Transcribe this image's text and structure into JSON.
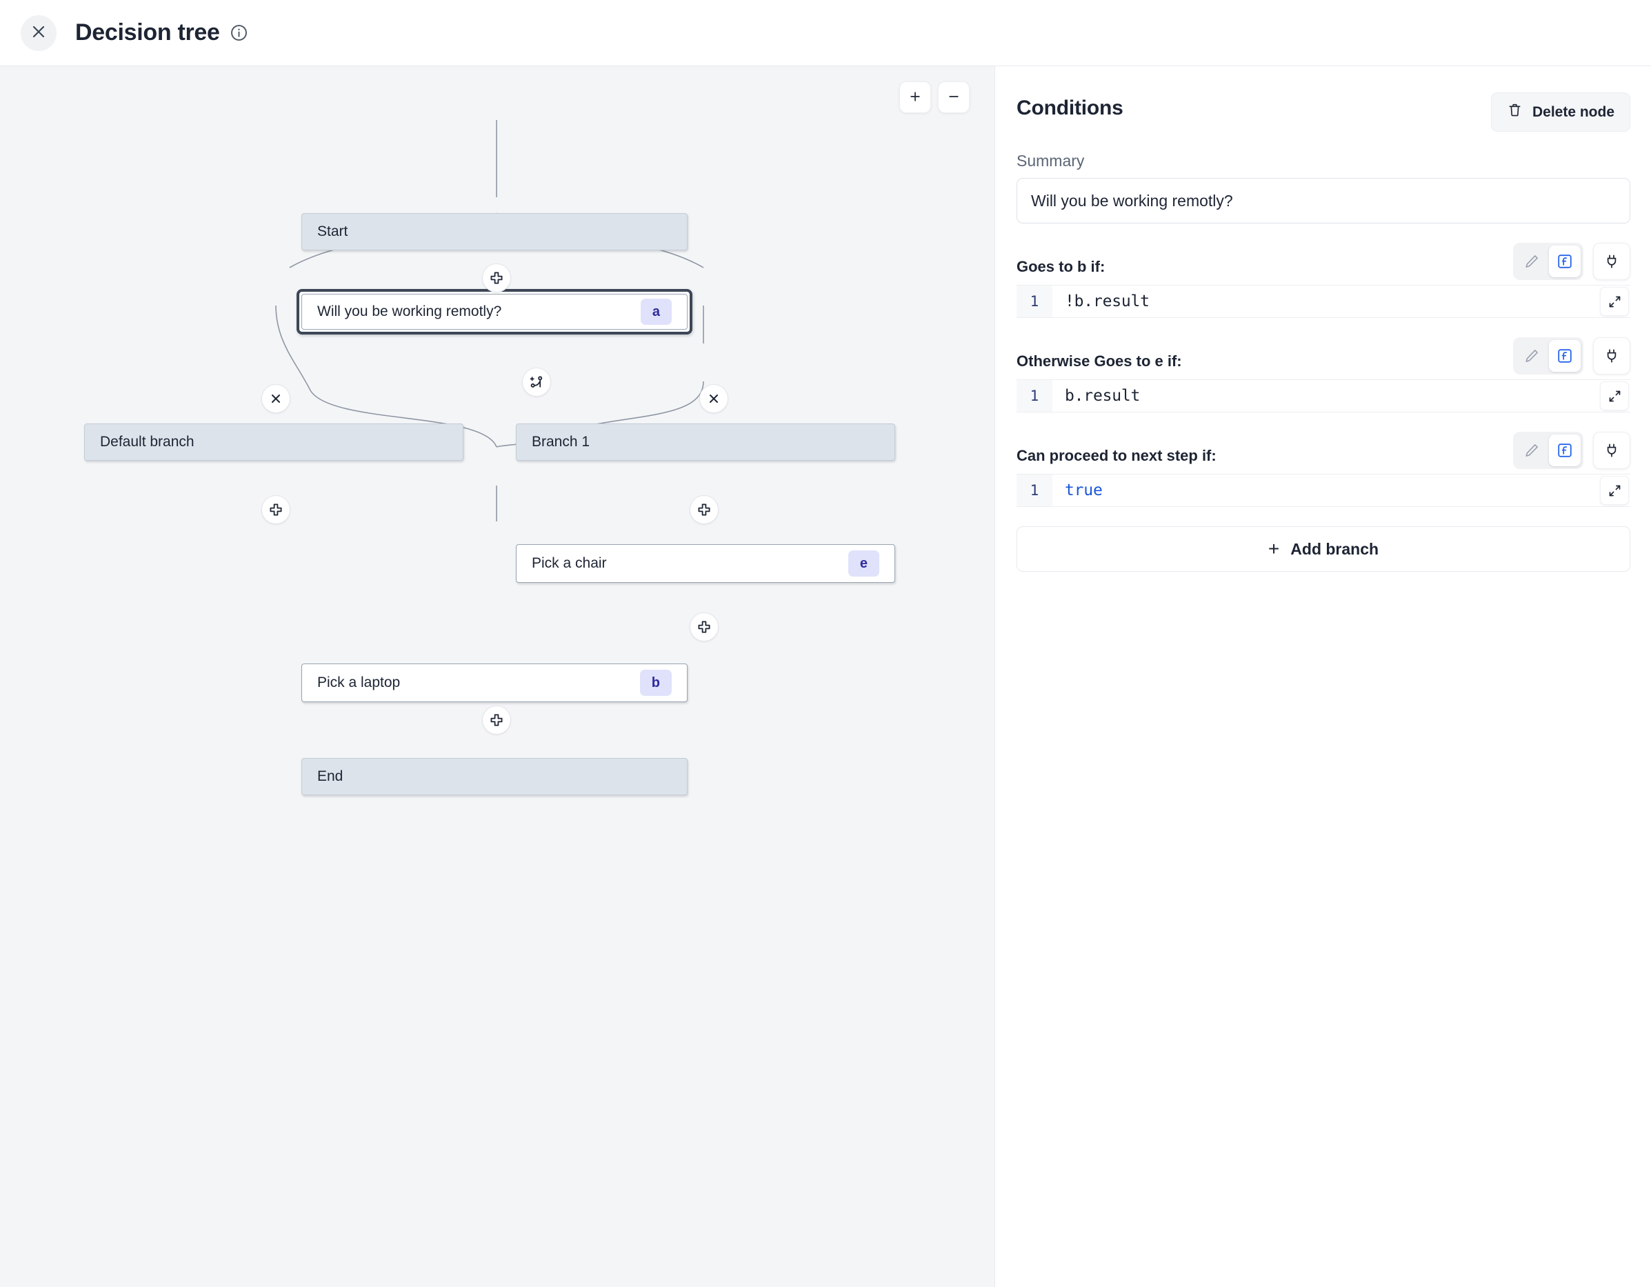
{
  "header": {
    "close_icon": "close-icon",
    "title": "Decision tree",
    "info_icon": "info-icon"
  },
  "canvas": {
    "zoom_in_label": "+",
    "zoom_out_label": "−",
    "nodes": [
      {
        "id": "start",
        "label": "Start",
        "badge": "",
        "style": "grey"
      },
      {
        "id": "decision",
        "label": "Will you be working remotly?",
        "badge": "a",
        "style": "white",
        "selected": true
      },
      {
        "id": "default",
        "label": "Default branch",
        "badge": "",
        "style": "grey"
      },
      {
        "id": "branch1",
        "label": "Branch 1",
        "badge": "",
        "style": "grey"
      },
      {
        "id": "chair",
        "label": "Pick a chair",
        "badge": "e",
        "style": "white"
      },
      {
        "id": "laptop",
        "label": "Pick a laptop",
        "badge": "b",
        "style": "white"
      },
      {
        "id": "end",
        "label": "End",
        "badge": "",
        "style": "grey"
      }
    ],
    "handles": [
      {
        "id": "add-after-start",
        "icon": "plus-icon"
      },
      {
        "id": "add-branch",
        "icon": "branch-plus-icon"
      },
      {
        "id": "remove-default",
        "icon": "close-icon"
      },
      {
        "id": "remove-branch1",
        "icon": "close-icon"
      },
      {
        "id": "add-after-default",
        "icon": "plus-icon"
      },
      {
        "id": "add-after-branch1",
        "icon": "plus-icon"
      },
      {
        "id": "add-after-chair",
        "icon": "plus-icon"
      },
      {
        "id": "add-after-laptop",
        "icon": "plus-icon"
      }
    ]
  },
  "panel": {
    "title": "Conditions",
    "delete_node_label": "Delete node",
    "summary_label": "Summary",
    "summary_value": "Will you be working remotly?",
    "conditions": [
      {
        "label": "Goes to b if:",
        "line_no": "1",
        "code": "!b.result",
        "keyword": false,
        "mode": "function"
      },
      {
        "label": "Otherwise Goes to e if:",
        "line_no": "1",
        "code": "b.result",
        "keyword": false,
        "mode": "function"
      },
      {
        "label": "Can proceed to next step if:",
        "line_no": "1",
        "code": "true",
        "keyword": true,
        "mode": "function"
      }
    ],
    "add_branch_label": "Add branch",
    "add_branch_plus": "+",
    "tool_icons": {
      "edit": "pencil-icon",
      "expression": "function-icon",
      "connect": "plug-icon",
      "expand": "expand-icon"
    }
  },
  "colors": {
    "canvas_bg": "#f4f5f7",
    "node_grey": "#dde3ea",
    "badge_bg": "#e0e2fb",
    "badge_text": "#2f2a9e",
    "accent_blue": "#2563eb",
    "selected_border": "#3c4656"
  }
}
